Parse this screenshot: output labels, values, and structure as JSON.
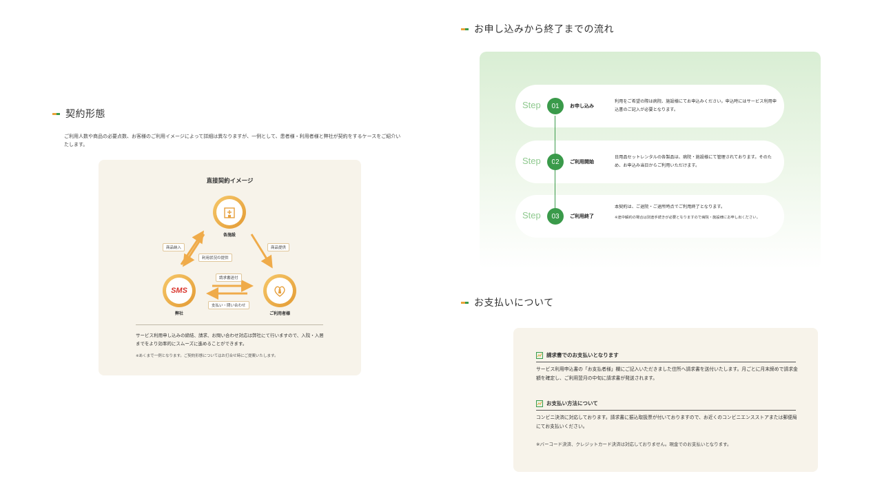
{
  "contract": {
    "heading": "契約形態",
    "intro": "ご利用人数や商品の必要点数、お客様のご利用イメージによって詳細は異なりますが、一例として、患者様・利用者様と弊社が契約をするケースをご紹介いたします。",
    "card_title": "直接契約イメージ",
    "nodes": {
      "hospital": "各施設",
      "company": "弊社",
      "user": "ご利用者様"
    },
    "company_logo": "SMS",
    "tags": {
      "goods_in": "商品納入",
      "usage_info": "利用状況の提供",
      "goods_provide": "商品提供",
      "invoice": "請求書送付",
      "payment": "支払い・問い合わせ"
    },
    "description": "サービス利用申し込みの締結、請求、お問い合わせ対応は弊社にて行いますので、入院・入居までをより効率的にスムーズに進めることができます。",
    "note": "※あくまで一例となります。ご契約形態についてはお打合せ時にご提案いたします。"
  },
  "flow": {
    "heading": "お申し込みから終了までの流れ",
    "step_label": "Step",
    "steps": [
      {
        "num": "01",
        "name": "お申し込み",
        "desc": "利用をご希望の際は病院、施設様にてお申込みください。申込時にはサービス利用申込書のご記入が必要となります。",
        "note": ""
      },
      {
        "num": "02",
        "name": "ご利用開始",
        "desc": "日用品セットレンタルの各製品は、病院・施設様にて管理されております。そのため、お申込み当日からご利用いただけます。",
        "note": ""
      },
      {
        "num": "03",
        "name": "ご利用終了",
        "desc": "本契約は、ご退院・ご退所時点でご利用終了となります。",
        "note": "※途中解約の場合は別途手続きが必要となりますので病院・施設様にお申し出ください。"
      }
    ]
  },
  "payment": {
    "heading": "お支払いについて",
    "sections": [
      {
        "title": "請求書でのお支払いとなります",
        "text": "サービス利用申込書の「お支払者様」欄にご記入いただきました住所へ請求書を送付いたします。月ごとに月末締めで請求金額を確定し、ご利用翌月の中旬に請求書が発送されます。"
      },
      {
        "title": "お支払い方法について",
        "text": "コンビニ決済に対応しております。請求書に振込取扱票が付いておりますので、お近くのコンビニエンスストアまたは郵便局にてお支払いください。"
      }
    ],
    "note": "※バーコード決済、クレジットカード決済は対応しておりません。現金でのお支払いとなります。"
  },
  "colors": {
    "accent_green": "#3a9a4a",
    "accent_orange": "#e8a33a",
    "card_bg": "#f7f3ea"
  }
}
